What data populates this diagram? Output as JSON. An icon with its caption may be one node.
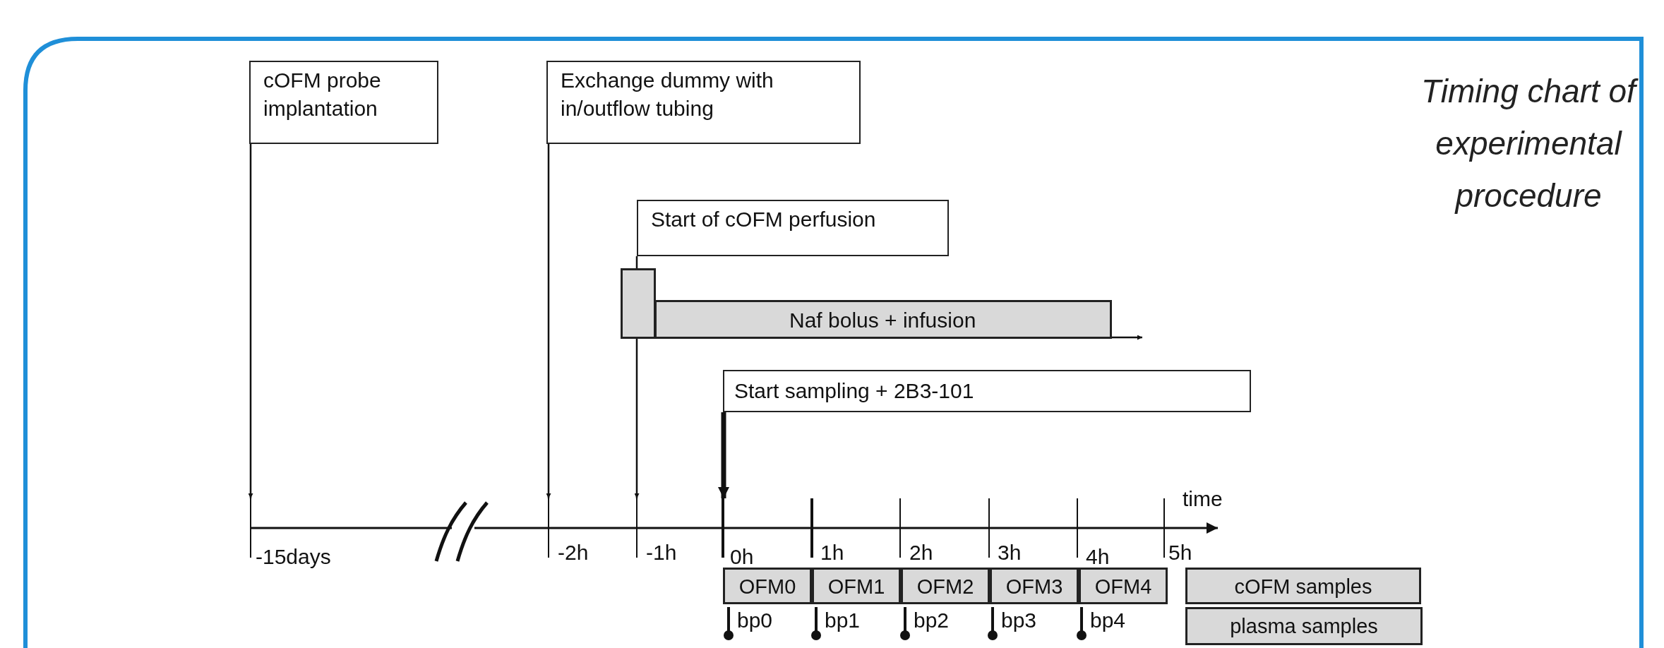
{
  "diagram": {
    "title": "Timing chart of experimental procedure",
    "nodes": [
      {
        "text": [
          "cOFM probe implantation"
        ]
      },
      {
        "text": [
          "Exchange dummy  with in/outflow tubing"
        ]
      },
      {
        "text": [
          "Start of cOFM perfusion"
        ]
      },
      {
        "text": [],
        "shape": "box"
      },
      {
        "text": [
          "Naf bolus + infusion"
        ]
      },
      {
        "text": [
          "Start sampling + 2B3-101"
        ]
      },
      {
        "text": [
          "OFM0"
        ]
      },
      {
        "text": [
          "OFM1"
        ]
      },
      {
        "text": [
          "OFM2"
        ]
      },
      {
        "text": [
          "OFM3"
        ]
      },
      {
        "text": [
          "OFM4"
        ]
      },
      {
        "text": [
          "cOFM samples"
        ]
      },
      {
        "text": [
          "plasma samples"
        ]
      },
      {
        "text": [],
        "shape": "bar"
      },
      {
        "text": [],
        "shape": "bar"
      },
      {
        "text": [],
        "shape": "bar"
      },
      {
        "text": [],
        "shape": "bar"
      },
      {
        "text": [],
        "shape": "bar"
      },
      {
        "text": [],
        "shape": "bar"
      },
      {
        "text": [],
        "shape": "bar"
      },
      {
        "text": [],
        "shape": "bar"
      },
      {
        "text": [],
        "shape": "bar"
      }
    ],
    "edges": [
      {
        "from": 0,
        "to": 13,
        "arrow": "to"
      },
      {
        "from": 1,
        "to": 14,
        "arrow": "to"
      },
      {
        "from": 2,
        "to": 3,
        "arrow": "none"
      },
      {
        "from": 3,
        "to": 15,
        "arrow": "to"
      },
      {
        "from": 4,
        "to": null,
        "arrow": "to"
      },
      {
        "from": 5,
        "to": 16,
        "arrow": "to",
        "style": "thick"
      }
    ],
    "labels": [
      "time",
      "-15days",
      "-2h",
      "-1h",
      "0h",
      "1h",
      "2h",
      "3h",
      "4h",
      "5h",
      "bp0",
      "bp1",
      "bp2",
      "bp3",
      "bp4"
    ]
  }
}
